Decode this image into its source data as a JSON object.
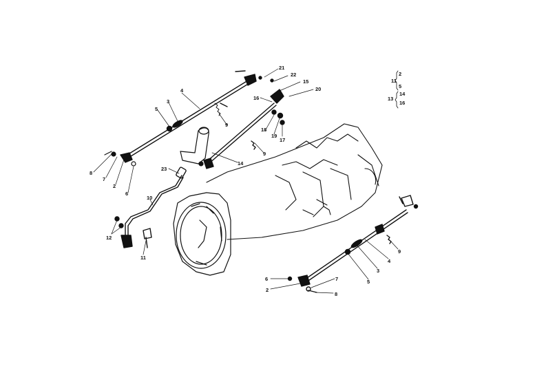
{
  "labels": {
    "l21": "21",
    "l22": "22",
    "l15": "15",
    "l20": "20",
    "l16": "16",
    "l4a": "4",
    "l3a": "3",
    "l5a": "5",
    "l9a": "9",
    "l18": "18",
    "l19": "19",
    "l17": "17",
    "l9b": "9",
    "l14": "14",
    "l8a": "8",
    "l7a": "7",
    "l2a": "2",
    "l6a": "6",
    "l23": "23",
    "l10": "10",
    "l12": "12",
    "l11": "11",
    "l9c": "9",
    "l4b": "4",
    "l3b": "3",
    "l5b": "5",
    "l6b": "6",
    "l2b": "2",
    "l7b": "7",
    "l8b": "8"
  },
  "legend": {
    "top": "2",
    "mid1": "11",
    "mid2": "5",
    "main": "13",
    "sub1": "14",
    "sub2": "16"
  }
}
